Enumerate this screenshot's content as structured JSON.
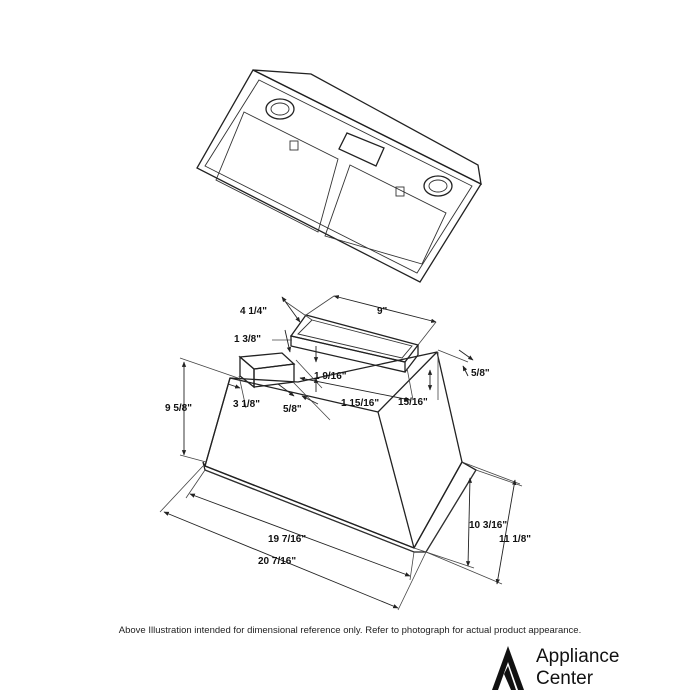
{
  "diagram": {
    "labels": {
      "dim_4_1_4": "4 1/4\"",
      "dim_9": "9\"",
      "dim_1_3_8": "1 3/8\"",
      "dim_5_8_right": "5/8\"",
      "dim_1_9_16": "1 9/16\"",
      "dim_9_5_8": "9 5/8\"",
      "dim_3_1_8": "3 1/8\"",
      "dim_5_8_bottom": "5/8\"",
      "dim_1_15_16": "1 15/16\"",
      "dim_15_16": "15/16\"",
      "dim_10_3_16": "10 3/16\"",
      "dim_11_1_8": "11 1/8\"",
      "dim_19_7_16": "19 7/16\"",
      "dim_20_7_16": "20 7/16\""
    }
  },
  "footer": {
    "disclaimer": "Above Illustration intended for dimensional reference only. Refer to photograph for actual product appearance."
  },
  "brand": {
    "line1": "Appliance",
    "line2": "Center",
    "logo_icon": "appliance-center-logo-icon"
  }
}
